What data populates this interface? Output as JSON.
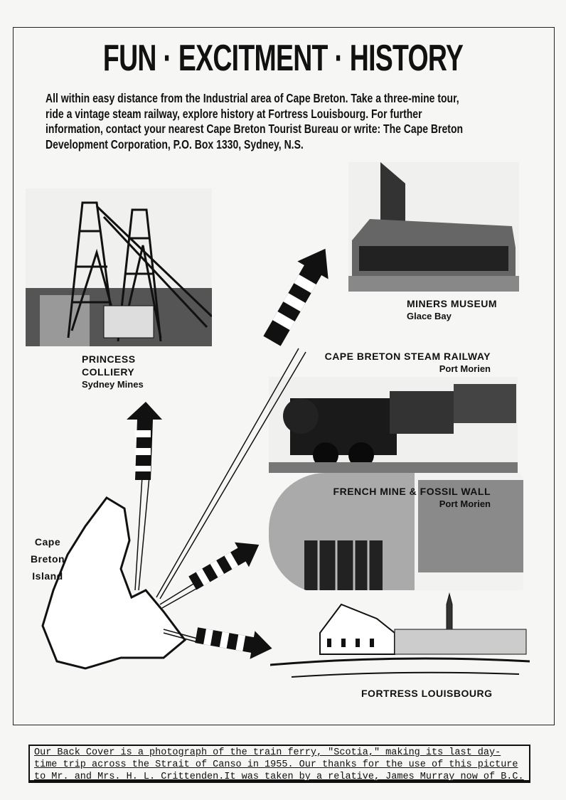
{
  "title": "FUN · EXCITMENT · HISTORY",
  "intro_lines": [
    "All within easy distance from the Industrial area of Cape Breton. Take a  three-mine tour,",
    "ride a vintage   steam railway, explore history at Fortress Louisbourg.   For further",
    "information, contact your nearest Cape Breton Tourist Bureau or write: The Cape Breton",
    "Development Corporation, P.O. Box 1330, Sydney, N.S."
  ],
  "attractions": {
    "colliery": {
      "name_line1": "PRINCESS",
      "name_line2": "COLLIERY",
      "place": "Sydney Mines"
    },
    "museum": {
      "name": "MINERS MUSEUM",
      "place": "Glace Bay"
    },
    "railway": {
      "name": "CAPE BRETON STEAM RAILWAY",
      "place": "Port Morien"
    },
    "mine": {
      "name": "FRENCH MINE & FOSSIL WALL",
      "place": "Port Morien"
    },
    "fortress": {
      "name": "FORTRESS LOUISBOURG"
    }
  },
  "map_label": [
    "Cape",
    "Breton",
    "Island"
  ],
  "footer_lines": [
    "Our Back Cover is a photograph of the train ferry, \"Scotia,\" making its last day-",
    "time trip across the Strait of Canso in 1955. Our thanks for the use of this picture",
    "to Mr. and Mrs. H. L. Crittenden.It was taken by a relative, James Murray now of B.C."
  ]
}
